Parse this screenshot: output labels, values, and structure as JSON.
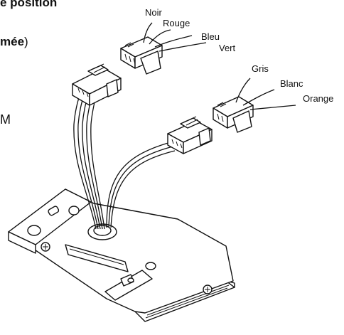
{
  "text_fragments": {
    "top": "e position",
    "mid_bold": "mée",
    "mid_tail": ")",
    "m": "M"
  },
  "wire_labels": {
    "noir": "Noir",
    "rouge": "Rouge",
    "bleu": "Bleu",
    "vert": "Vert",
    "gris": "Gris",
    "blanc": "Blanc",
    "orange": "Orange"
  }
}
